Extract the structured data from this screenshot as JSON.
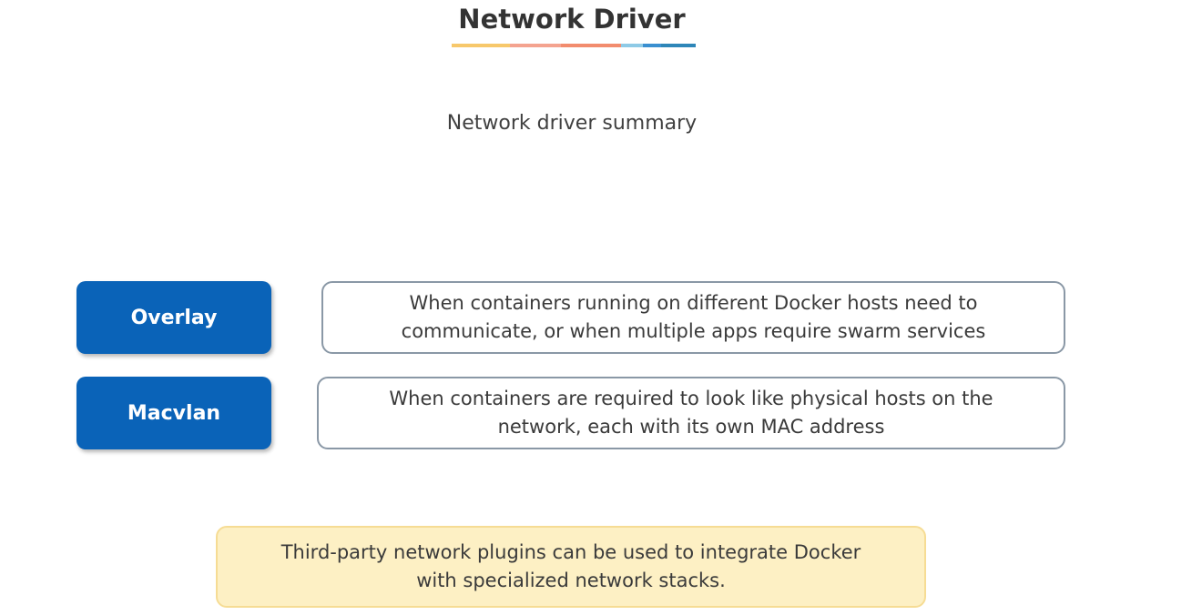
{
  "title": "Network Driver",
  "underline_colors": [
    "#f7c86b",
    "#f4a38f",
    "#f28c6e",
    "#8ecae6",
    "#3a8fd0",
    "#2e86b8"
  ],
  "subtitle": "Network driver summary",
  "drivers": [
    {
      "label": "Overlay",
      "description_lines": [
        "When containers running on different Docker hosts need to",
        "communicate, or when multiple apps require swarm services"
      ]
    },
    {
      "label": "Macvlan",
      "description_lines": [
        "When containers are required to look like physical hosts on the",
        "network, each with its own MAC address"
      ]
    }
  ],
  "note_lines": [
    "Third-party network plugins can be used to integrate Docker",
    "with specialized network stacks."
  ],
  "colors": {
    "label_background": "#0a63b8",
    "note_background": "#fdf0c4",
    "note_border": "#f6dc94",
    "description_border": "#8a98a6"
  }
}
